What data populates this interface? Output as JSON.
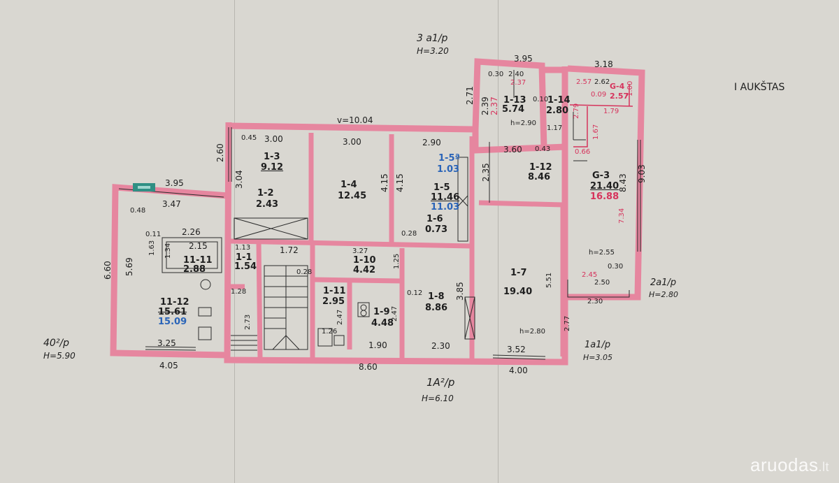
{
  "floor_title": "I AUKŠTAS",
  "heights": {
    "top": {
      "code": "3 a1/p",
      "h": "H=3.20"
    },
    "left": {
      "code": "40²/p",
      "h": "H=5.90"
    },
    "bottom": {
      "code": "1A²/p",
      "h": "H=6.10"
    },
    "right_mid": {
      "code": "2a1/p",
      "h": "H=2.80"
    },
    "right_bottom": {
      "code": "1a1/p",
      "h": "H=3.05"
    }
  },
  "rooms": {
    "r1_1": {
      "id": "1-1",
      "area": "1.54"
    },
    "r1_2": {
      "id": "1-2",
      "area": "2.43"
    },
    "r1_3": {
      "id": "1-3",
      "area": "9.12"
    },
    "r1_4": {
      "id": "1-4",
      "area": "12.45"
    },
    "r1_5a": {
      "id": "1-5ª",
      "area": "1.03"
    },
    "r1_5": {
      "id": "1-5",
      "area": "11.46",
      "area2": "11.03"
    },
    "r1_6": {
      "id": "1-6",
      "area": "0.73"
    },
    "r1_7": {
      "id": "1-7",
      "area": "19.40"
    },
    "r1_8": {
      "id": "1-8",
      "area": "8.86"
    },
    "r1_9": {
      "id": "1-9",
      "area": "4.48"
    },
    "r1_10": {
      "id": "1-10",
      "area": "4.42"
    },
    "r1_11": {
      "id": "1-11",
      "area": "2.95"
    },
    "r1_12": {
      "id": "1-12",
      "area": "8.46"
    },
    "r1_13": {
      "id": "1-13",
      "area": "5.74"
    },
    "r1_14": {
      "id": "1-14",
      "area": "2.80"
    },
    "r11_11": {
      "id": "11-11",
      "area": "2.88"
    },
    "r11_12": {
      "id": "11-12",
      "area": "15.61",
      "area2": "15.09"
    },
    "g3": {
      "id": "G-3",
      "area": "21.40",
      "area2": "16.88"
    },
    "g4": {
      "id": "G-4",
      "area": "2.57"
    }
  },
  "dims": {
    "top_overall": "v=10.04",
    "d_395_top": "3.95",
    "d_318": "3.18",
    "d_030": "0.30",
    "d_240": "2.40",
    "d_237": "2.37",
    "d_271": "2.71",
    "d_239": "2.39",
    "d_237b": "2.37",
    "d_010": "0.10",
    "d_257": "2.57",
    "d_262": "2.62",
    "d_009": "0.09",
    "d_100": "1.00",
    "d_179": "1.79",
    "d_279": "2.79",
    "d_167": "1.67",
    "d_066": "0.66",
    "d_843": "8.43",
    "d_903": "9.03",
    "d_734": "7.34",
    "d_h290": "h=2.90",
    "d_117": "1.17",
    "d_360": "3.60",
    "d_043": "0.43",
    "d_235": "2.35",
    "d_045": "0.45",
    "d_300a": "3.00",
    "d_300b": "3.00",
    "d_290": "2.90",
    "d_260": "2.60",
    "d_304": "3.04",
    "d_415a": "4.15",
    "d_415b": "4.15",
    "d_395_left": "3.95",
    "d_347": "3.47",
    "d_048": "0.48",
    "d_011": "0.11",
    "d_226": "2.26",
    "d_215": "2.15",
    "d_163": "1.63",
    "d_134": "1.34",
    "d_113": "1.13",
    "d_172": "1.72",
    "d_327": "3.27",
    "d_028a": "0.28",
    "d_028b": "0.28",
    "d_125": "1.25",
    "d_012": "0.12",
    "d_385": "3.85",
    "d_660": "6.60",
    "d_569": "5.69",
    "d_128": "1.28",
    "d_273": "2.73",
    "d_247a": "2.47",
    "d_247b": "2.47",
    "d_126": "1.26",
    "d_325": "3.25",
    "d_405": "4.05",
    "d_190": "1.90",
    "d_230": "2.30",
    "d_352": "3.52",
    "d_400": "4.00",
    "d_860": "8.60",
    "d_h280": "h=2.80",
    "d_551": "5.51",
    "d_277": "2.77",
    "d_h255": "h=2.55",
    "d_030b": "0.30",
    "d_245": "2.45",
    "d_250": "2.50",
    "d_230b": "2.30"
  },
  "watermark": {
    "brand": "aruodas",
    "tld": ".lt"
  },
  "colors": {
    "wall": "#e6869f",
    "wall_dark": "#c85f7d",
    "line": "#2b2b2b",
    "blue": "#2a64b8",
    "red": "#d6335c",
    "accent_teal": "#2f8f84"
  }
}
